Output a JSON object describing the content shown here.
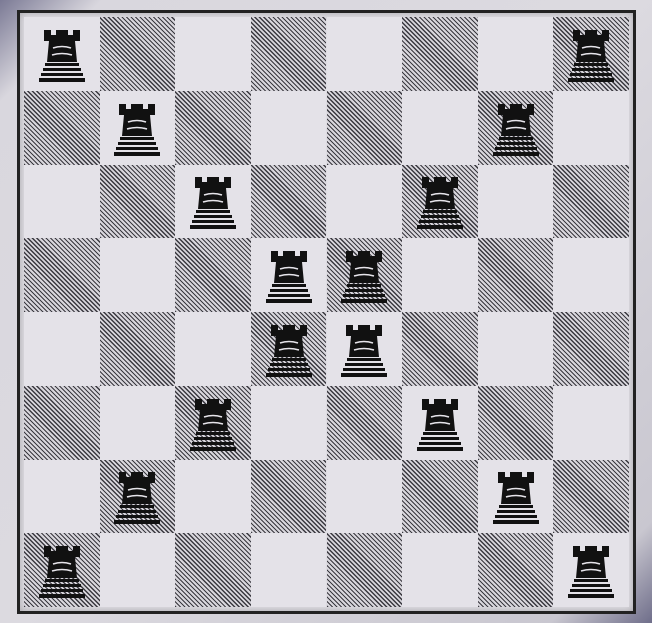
{
  "board": {
    "files": 8,
    "ranks": 8,
    "colors": {
      "light_square": "#e4e2e8",
      "dark_square_hatch": "#3a3940",
      "border": "#222222",
      "rook": "#111111"
    },
    "pieces": [
      {
        "piece": "rook",
        "icon": "rook-icon",
        "file": 0,
        "rank": 0
      },
      {
        "piece": "rook",
        "icon": "rook-icon",
        "file": 7,
        "rank": 0
      },
      {
        "piece": "rook",
        "icon": "rook-icon",
        "file": 1,
        "rank": 1
      },
      {
        "piece": "rook",
        "icon": "rook-icon",
        "file": 6,
        "rank": 1
      },
      {
        "piece": "rook",
        "icon": "rook-icon",
        "file": 2,
        "rank": 2
      },
      {
        "piece": "rook",
        "icon": "rook-icon",
        "file": 5,
        "rank": 2
      },
      {
        "piece": "rook",
        "icon": "rook-icon",
        "file": 3,
        "rank": 3
      },
      {
        "piece": "rook",
        "icon": "rook-icon",
        "file": 4,
        "rank": 3
      },
      {
        "piece": "rook",
        "icon": "rook-icon",
        "file": 3,
        "rank": 4
      },
      {
        "piece": "rook",
        "icon": "rook-icon",
        "file": 4,
        "rank": 4
      },
      {
        "piece": "rook",
        "icon": "rook-icon",
        "file": 2,
        "rank": 5
      },
      {
        "piece": "rook",
        "icon": "rook-icon",
        "file": 5,
        "rank": 5
      },
      {
        "piece": "rook",
        "icon": "rook-icon",
        "file": 1,
        "rank": 6
      },
      {
        "piece": "rook",
        "icon": "rook-icon",
        "file": 6,
        "rank": 6
      },
      {
        "piece": "rook",
        "icon": "rook-icon",
        "file": 0,
        "rank": 7
      },
      {
        "piece": "rook",
        "icon": "rook-icon",
        "file": 7,
        "rank": 7
      }
    ]
  }
}
